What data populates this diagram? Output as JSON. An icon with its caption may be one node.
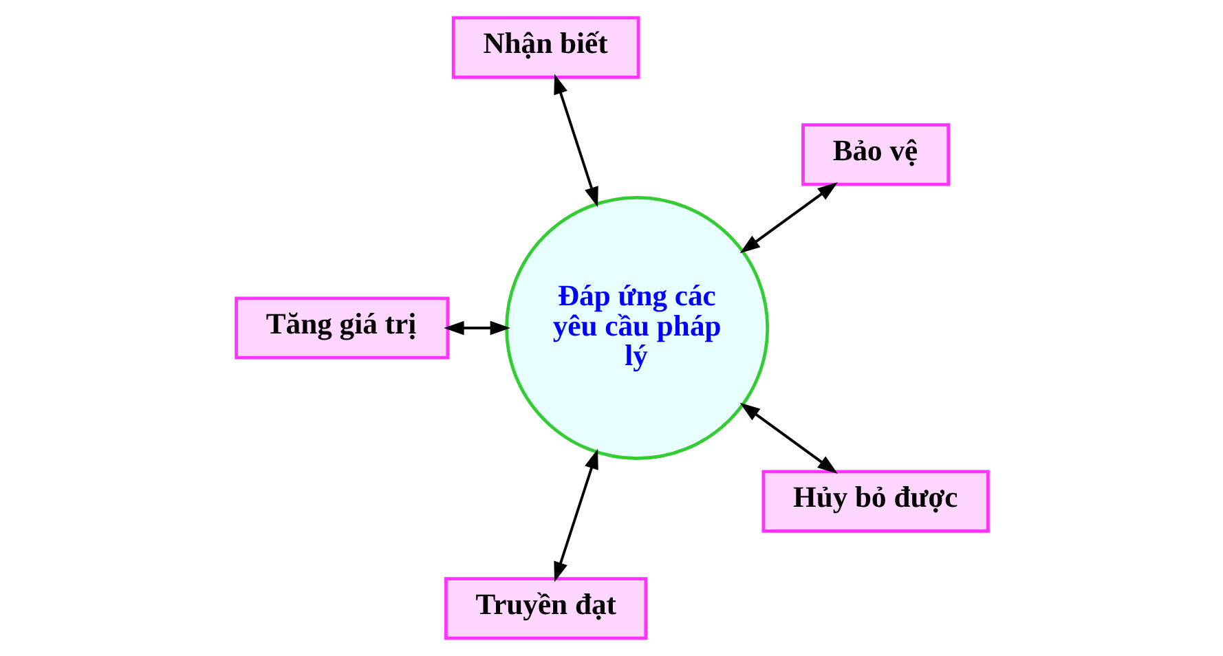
{
  "diagram": {
    "nodes": [
      {
        "text": [
          "Bảo vệ"
        ]
      },
      {
        "text": [
          "Nhận biết"
        ]
      },
      {
        "text": [
          "Đáp ứng các yêu cầu pháp lý"
        ]
      },
      {
        "text": [
          "Tăng giá trị"
        ]
      },
      {
        "text": [
          "Truyền đạt"
        ]
      },
      {
        "text": [
          "Hủy bỏ được"
        ]
      }
    ],
    "edges": [
      {
        "from": 2,
        "to": 0,
        "arrow": "both"
      },
      {
        "from": 2,
        "to": 1,
        "arrow": "both"
      },
      {
        "from": 2,
        "to": 3,
        "arrow": "both"
      },
      {
        "from": 2,
        "to": 4,
        "arrow": "both"
      },
      {
        "from": 2,
        "to": 5,
        "arrow": "both"
      }
    ]
  }
}
